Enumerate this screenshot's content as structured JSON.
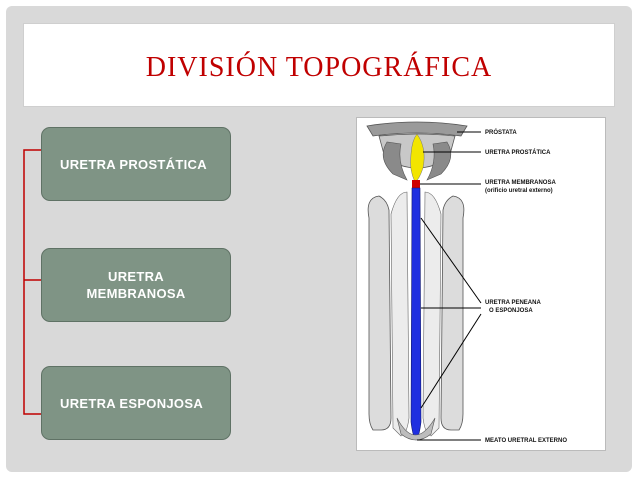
{
  "title": "DIVISIÓN TOPOGRÁFICA",
  "boxes": [
    {
      "label": "URETRA PROSTÁTICA"
    },
    {
      "label": "URETRA\nMEMBRANOSA"
    },
    {
      "label": "URETRA ESPONJOSA"
    }
  ],
  "figure_labels": {
    "prostata": "PRÓSTATA",
    "uretra_prostatica": "URETRA PROSTÁTICA",
    "uretra_membranosa": "URETRA MEMBRANOSA",
    "orificio": "(orificio uretral externo)",
    "uretra_peneana": "URETRA PENEANA",
    "esponjosa": "O ESPONJOSA",
    "meato": "MEATO URETRAL EXTERNO"
  },
  "colors": {
    "title": "#c00000",
    "box_fill": "#7f9485",
    "bracket": "#c00000",
    "urethra_blue": "#1f2fe0",
    "prostatic_yellow": "#f2e500",
    "membranous_red": "#d00000"
  }
}
